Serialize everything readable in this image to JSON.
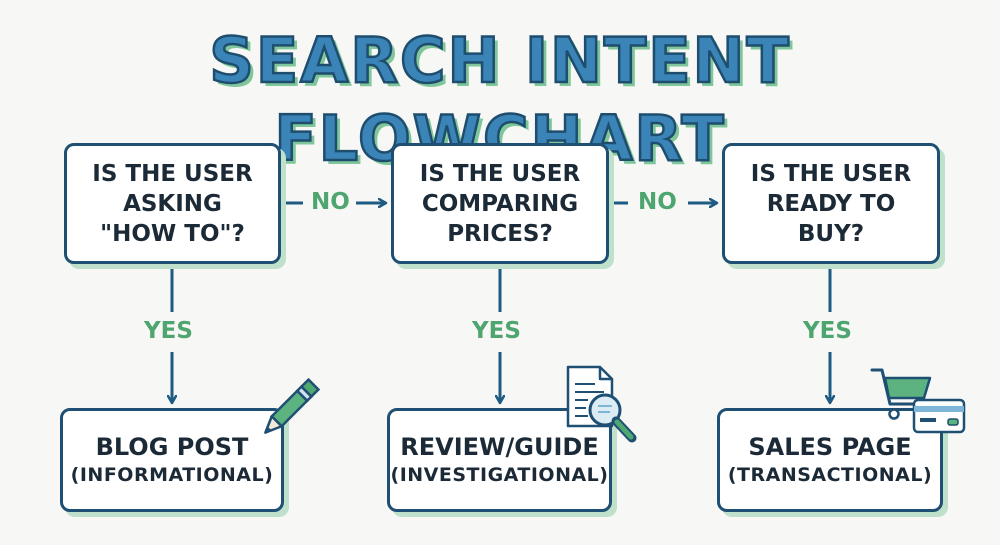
{
  "title": "SEARCH INTENT FLOWCHART",
  "questions": [
    {
      "lines": [
        "IS THE USER",
        "ASKING",
        "\"HOW TO\"?"
      ]
    },
    {
      "lines": [
        "IS THE USER",
        "COMPARING",
        "PRICES?"
      ]
    },
    {
      "lines": [
        "IS THE USER",
        "READY TO",
        "BUY?"
      ]
    }
  ],
  "results": [
    {
      "main": "BLOG POST",
      "sub": "(INFORMATIONAL)",
      "icon": "pencil-icon"
    },
    {
      "main": "REVIEW/GUIDE",
      "sub": "(INVESTIGATIONAL)",
      "icon": "document-magnifier-icon"
    },
    {
      "main": "SALES PAGE",
      "sub": "(TRANSACTIONAL)",
      "icon": "cart-card-icon"
    }
  ],
  "labels": {
    "no": "NO",
    "yes": "YES"
  },
  "colors": {
    "box_border": "#1f4f73",
    "arrow": "#1f5a82",
    "label": "#4ea56f",
    "title_fill": "#3a84b8",
    "shadow": "#bfe0cb"
  }
}
